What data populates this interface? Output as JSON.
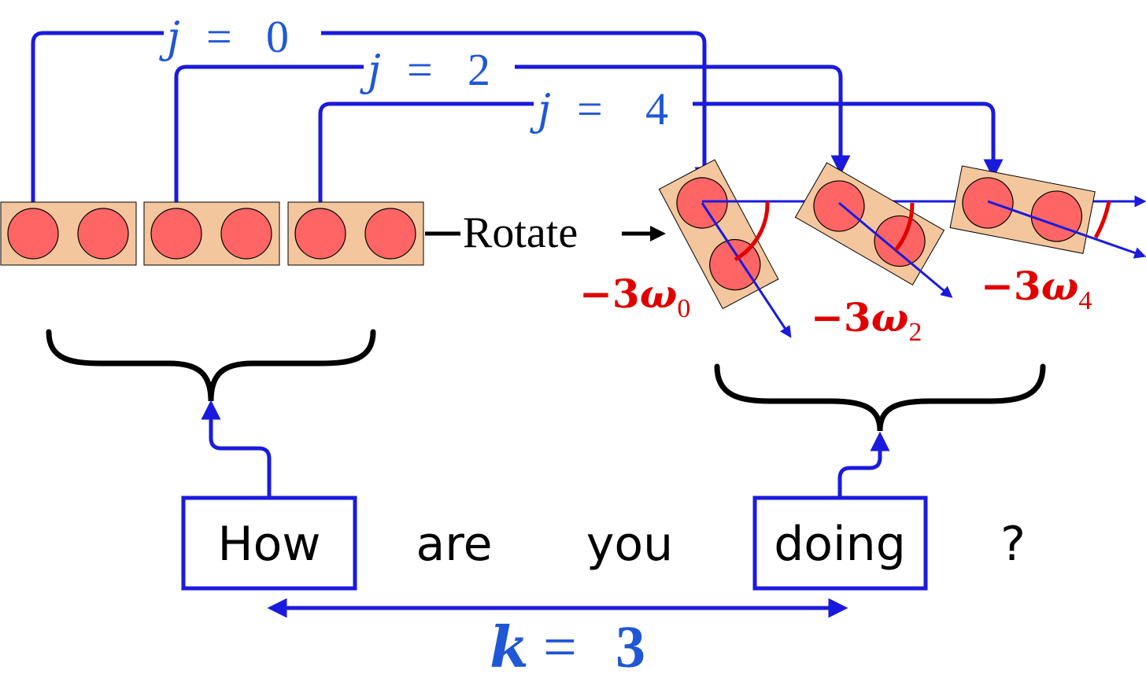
{
  "colors": {
    "blue_line": "#1a1adf",
    "blue_label": "#1f57d6",
    "red_angle": "#e00000",
    "box_fill": "#f4c69d",
    "dot_fill": "#ff6565",
    "black": "#000000"
  },
  "labels": {
    "j0": {
      "var": "j",
      "eq": "=",
      "num": "0"
    },
    "j2": {
      "var": "j",
      "eq": "=",
      "num": "2"
    },
    "j4": {
      "var": "j",
      "eq": "=",
      "num": "4"
    },
    "rotate": "Rotate",
    "angle0": {
      "minus": "−",
      "coef": "3",
      "sym": "ω",
      "sub": "0"
    },
    "angle2": {
      "minus": "−",
      "coef": "3",
      "sym": "ω",
      "sub": "2"
    },
    "angle4": {
      "minus": "−",
      "coef": "3",
      "sym": "ω",
      "sub": "4"
    },
    "k": {
      "var": "k",
      "eq": "=",
      "num": "3"
    }
  },
  "words": [
    "How",
    "are",
    "you",
    "doing",
    "?"
  ],
  "highlighted_words": [
    "How",
    "doing"
  ]
}
